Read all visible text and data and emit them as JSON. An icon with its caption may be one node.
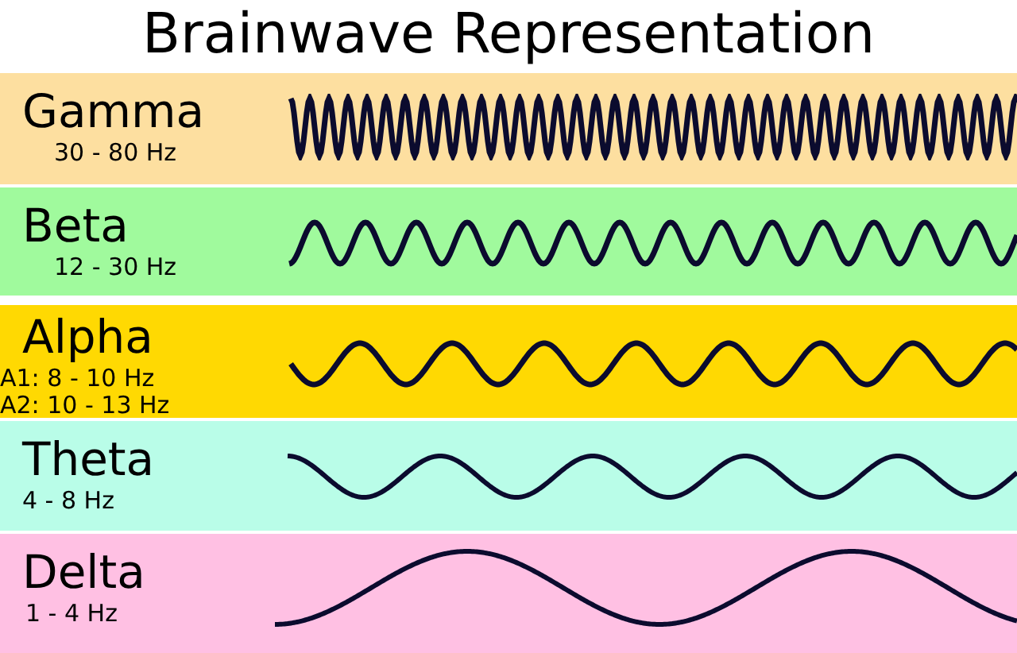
{
  "diagram": {
    "title": "Brainwave Representation",
    "nodes": [
      {
        "text": [
          "Gamma",
          "30 - 80 Hz"
        ]
      },
      {
        "text": [
          "Beta",
          "12 - 30 Hz"
        ]
      },
      {
        "text": [
          "Alpha",
          "A1: 8 - 10 Hz",
          "A2: 10 - 13 Hz"
        ]
      },
      {
        "text": [
          "Theta",
          "4 - 8 Hz"
        ]
      },
      {
        "text": [
          "Delta",
          "1 - 4 Hz"
        ]
      }
    ]
  }
}
